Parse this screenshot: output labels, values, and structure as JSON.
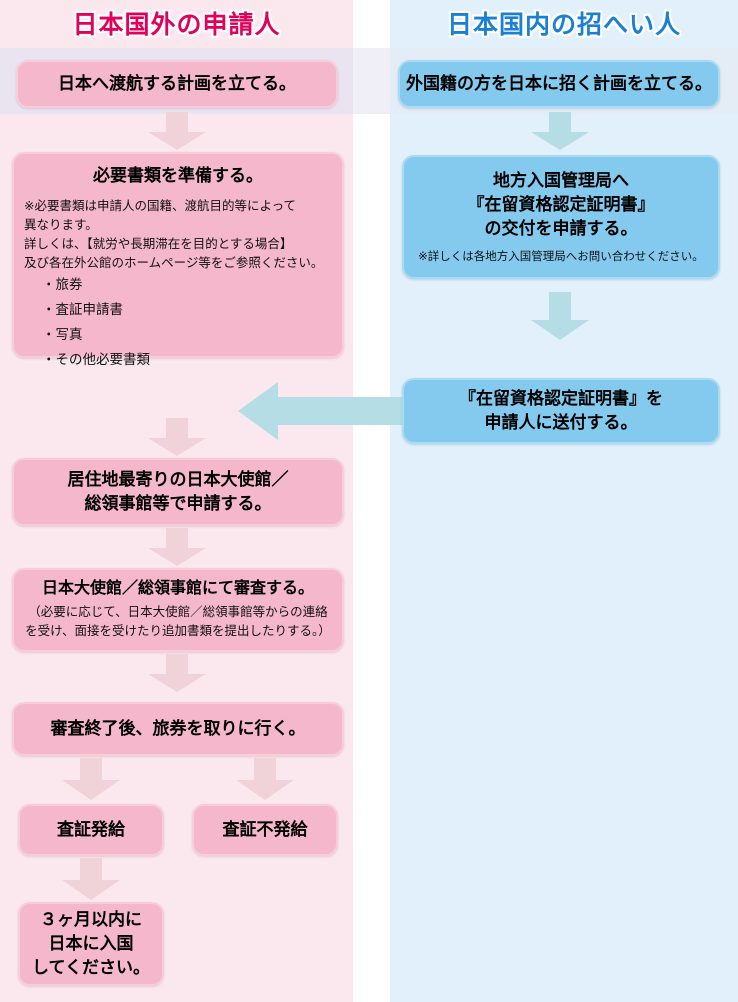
{
  "columns": {
    "left": {
      "title": "日本国外の申請人",
      "accent_color": "#e4005a",
      "bg_color": "#fae8ee",
      "node_fill": "#f5b7cc",
      "arrow_color": "#f2d6dc"
    },
    "right": {
      "title": "日本国内の招へい人",
      "accent_color": "#1a80d4",
      "bg_color": "#e1f0fa",
      "node_fill": "#84caef",
      "arrow_color": "#b9dfe6"
    }
  },
  "left_nodes": {
    "n1": {
      "heading": "日本へ渡航する計画を立てる。"
    },
    "n2": {
      "heading": "必要書類を準備する。",
      "note_line1": "※必要書類は申請人の国籍、渡航目的等によって",
      "note_line2": "異なります。",
      "note_line3": "詳しくは、【就労や長期滞在を目的とする場合】",
      "note_line4": "及び各在外公館のホームページ等をご参照ください。",
      "bullets": [
        "・旅券",
        "・査証申請書",
        "・写真",
        "・その他必要書類"
      ]
    },
    "n3": {
      "heading_line1": "居住地最寄りの日本大使館／",
      "heading_line2": "総領事館等で申請する。"
    },
    "n4": {
      "heading": "日本大使館／総領事館にて審査する。",
      "note_line1": "（必要に応じて、日本大使館／総領事館等からの連絡",
      "note_line2": "を受け、面接を受けたり追加書類を提出したりする。）"
    },
    "n5": {
      "heading": "審査終了後、旅券を取りに行く。"
    },
    "n6a": {
      "heading": "査証発給"
    },
    "n6b": {
      "heading": "査証不発給"
    },
    "n7": {
      "heading_line1": "３ヶ月以内に",
      "heading_line2": "日本に入国",
      "heading_line3": "してください。"
    }
  },
  "right_nodes": {
    "m1": {
      "heading": "外国籍の方を日本に招く計画を立てる。"
    },
    "m2": {
      "heading_line1": "地方入国管理局へ",
      "heading_line2": "『在留資格認定証明書』",
      "heading_line3": "の交付を申請する。",
      "note": "※詳しくは各地方入国管理局へお問い合わせください。"
    },
    "m3": {
      "heading_line1": "『在留資格認定証明書』を",
      "heading_line2": "申請人に送付する。"
    }
  },
  "arrows": {
    "left_down_1": "arrow-down-icon",
    "left_down_2": "arrow-down-icon",
    "left_down_3": "arrow-down-icon",
    "left_down_4": "arrow-down-icon",
    "left_branch_yes": "arrow-down-icon",
    "left_branch_no": "arrow-down-icon",
    "left_down_final": "arrow-down-icon",
    "right_down_1": "arrow-down-icon",
    "right_down_2": "arrow-down-icon",
    "transfer_left": "arrow-left-icon"
  }
}
